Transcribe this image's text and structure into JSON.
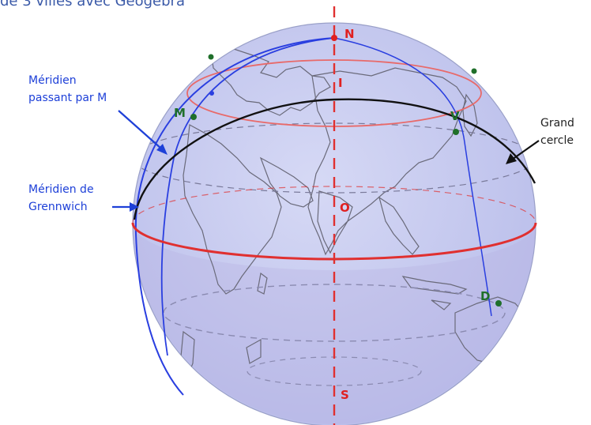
{
  "title": "de 3 villes avec Géogebra",
  "labels": {
    "meridien_m_line1": "Méridien",
    "meridien_m_line2": "passant par M",
    "meridien_g_line1": "Méridien de",
    "meridien_g_line2": "Grennwich",
    "grand_line1": "Grand",
    "grand_line2": "cercle"
  },
  "points": {
    "N": "N",
    "I": "I",
    "M": "M",
    "V": "V",
    "O": "O",
    "D": "D",
    "S": "S"
  },
  "colors": {
    "sphere": "#c9cdf1",
    "equator": "#e03030",
    "parallel": "#e86a6a",
    "great_circle": "#111111",
    "meridian": "#2a3fe0",
    "axis": "#e03030",
    "point_red": "#e02020",
    "point_green": "#1f6f2a",
    "label_blue": "#1e40d8",
    "label_black": "#222222"
  }
}
